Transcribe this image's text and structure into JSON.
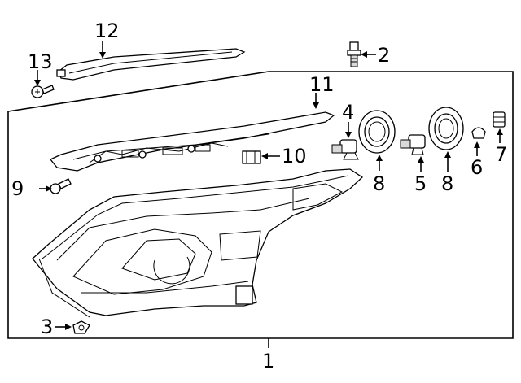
{
  "callouts": [
    {
      "id": "1",
      "text": "1"
    },
    {
      "id": "2",
      "text": "2"
    },
    {
      "id": "3",
      "text": "3"
    },
    {
      "id": "4",
      "text": "4"
    },
    {
      "id": "5",
      "text": "5"
    },
    {
      "id": "6",
      "text": "6"
    },
    {
      "id": "7",
      "text": "7"
    },
    {
      "id": "8a",
      "text": "8"
    },
    {
      "id": "8b",
      "text": "8"
    },
    {
      "id": "9",
      "text": "9"
    },
    {
      "id": "10",
      "text": "10"
    },
    {
      "id": "11",
      "text": "11"
    },
    {
      "id": "12",
      "text": "12"
    },
    {
      "id": "13",
      "text": "13"
    }
  ],
  "colors": {
    "line": "#000000",
    "background": "#ffffff",
    "shade": "#d9d9d9"
  }
}
